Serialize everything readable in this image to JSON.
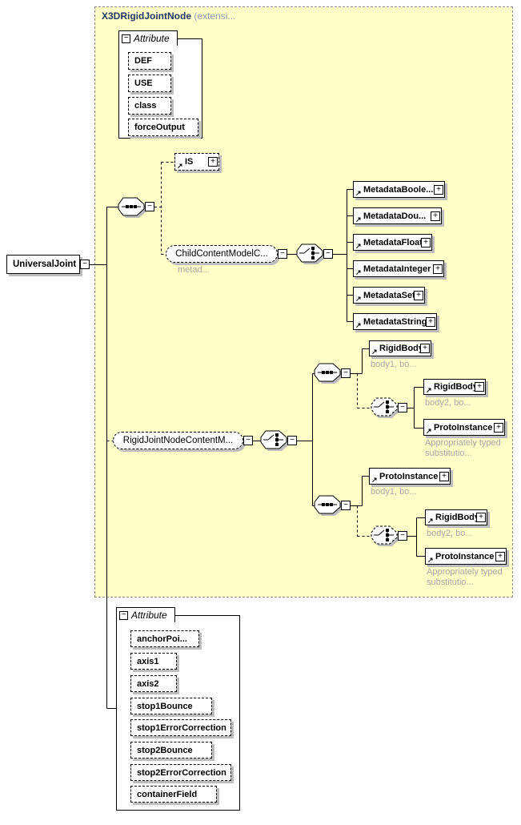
{
  "colors": {
    "container_fill": "#FFFFC8",
    "container_border": "#8A8A8A",
    "box_shadow": "#BDBDBD",
    "annotation_text": "#A6A6A6",
    "header_title": "#1F3864",
    "header_suffix": "#8C9CB0"
  },
  "icons": {
    "collapse": "−",
    "expand": "+",
    "ref_arrow": "↗"
  },
  "header": {
    "title": "X3DRigidJointNode",
    "suffix": "(extensi..."
  },
  "root": {
    "label": "UniversalJoint"
  },
  "top_attributes": {
    "title": "Attribute",
    "items": [
      {
        "label": "DEF"
      },
      {
        "label": "USE"
      },
      {
        "label": "class"
      },
      {
        "label": "forceOutput"
      }
    ]
  },
  "is_element": {
    "label": "IS"
  },
  "child_content_group": {
    "label": "ChildContentModelC...",
    "annotation": "metad..."
  },
  "metadata_elements": [
    {
      "label": "MetadataBoole..."
    },
    {
      "label": "MetadataDou..."
    },
    {
      "label": "MetadataFloat"
    },
    {
      "label": "MetadataInteger"
    },
    {
      "label": "MetadataSet"
    },
    {
      "label": "MetadataString"
    }
  ],
  "rigid_group": {
    "label": "RigidJointNodeContentM..."
  },
  "branch1": {
    "first": {
      "label": "RigidBody",
      "annotation": "body1, bo..."
    },
    "choice": [
      {
        "label": "RigidBody",
        "annotation": "body2, bo..."
      },
      {
        "label": "ProtoInstance",
        "annotation": "Appropriately typed substitutio..."
      }
    ]
  },
  "branch2": {
    "first": {
      "label": "ProtoInstance",
      "annotation": "body1, bo..."
    },
    "choice": [
      {
        "label": "RigidBody",
        "annotation": "body2, bo..."
      },
      {
        "label": "ProtoInstance",
        "annotation": "Appropriately typed substitutio..."
      }
    ]
  },
  "bottom_attributes": {
    "title": "Attribute",
    "items": [
      {
        "label": "anchorPoi..."
      },
      {
        "label": "axis1"
      },
      {
        "label": "axis2"
      },
      {
        "label": "stop1Bounce"
      },
      {
        "label": "stop1ErrorCorrection"
      },
      {
        "label": "stop2Bounce"
      },
      {
        "label": "stop2ErrorCorrection"
      },
      {
        "label": "containerField"
      }
    ]
  }
}
